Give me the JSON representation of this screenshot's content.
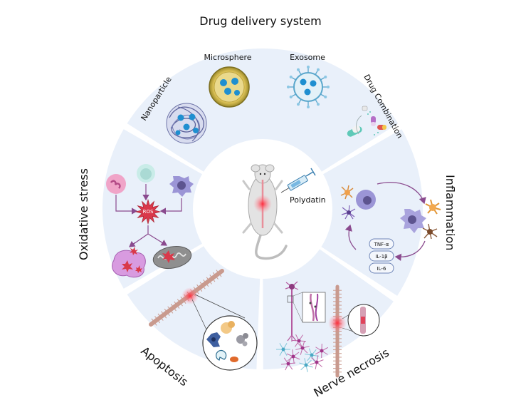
{
  "title": "Drug delivery system",
  "center_label": "Polydatin",
  "sectors": {
    "drug_delivery": {
      "nanoparticle": "Nanoparticle",
      "microsphere": "Microsphere",
      "exosome": "Exosome",
      "drug_combination": "Drug Combination"
    },
    "inflammation": {
      "label": "Inflammation",
      "cytokines": [
        "TNF-α",
        "IL-1β",
        "IL-6"
      ]
    },
    "nerve_necrosis": {
      "label": "Nerve necrosis"
    },
    "apoptosis": {
      "label": "Apoptosis"
    },
    "oxidative_stress": {
      "label": "Oxidative stress",
      "ros": "ROS"
    }
  },
  "colors": {
    "sector_fill": "#e9f0fa",
    "arrow": "#8a4a8e",
    "ros_star": "#d9394a",
    "macrophage": "#8f87cf",
    "spinal_cord": "#c99a8e"
  }
}
